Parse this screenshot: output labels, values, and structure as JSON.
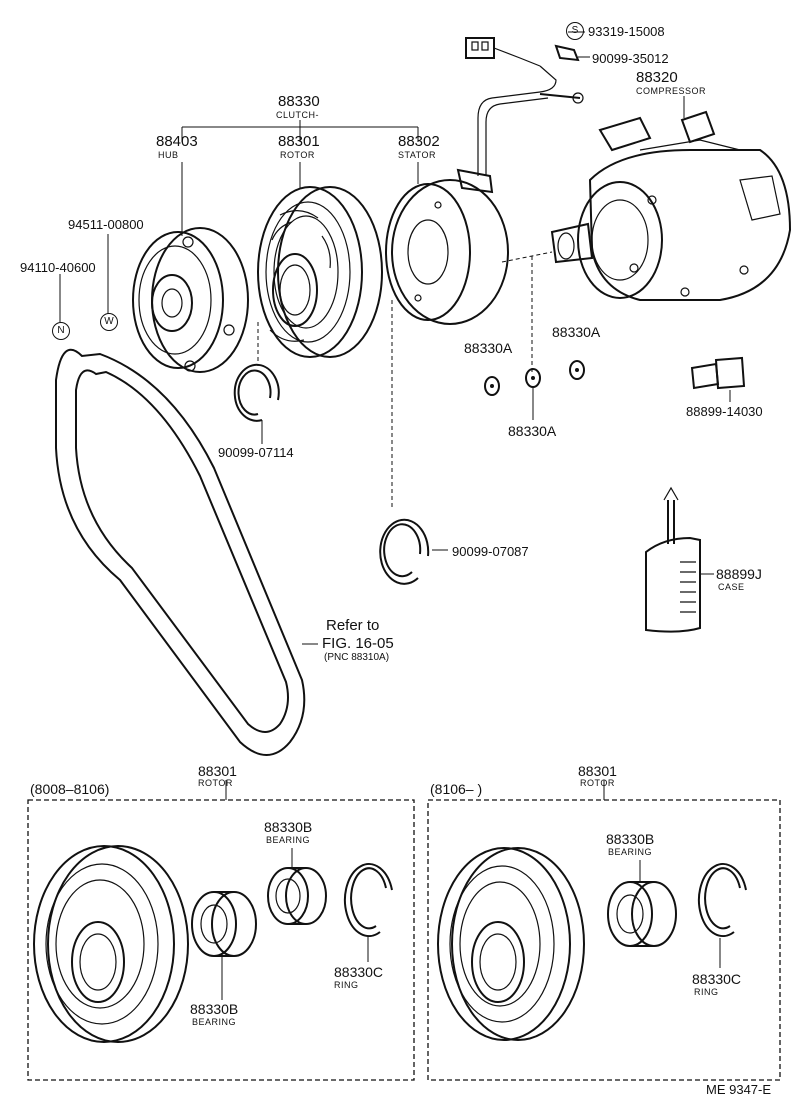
{
  "top": {
    "clutch": {
      "pn": "88330",
      "name": "CLUTCH-"
    },
    "hub": {
      "pn": "88403",
      "name": "HUB"
    },
    "rotor": {
      "pn": "88301",
      "name": "ROTOR"
    },
    "stator": {
      "pn": "88302",
      "name": "STATOR"
    },
    "compressor": {
      "pn": "88320",
      "name": "COMPRESSOR"
    },
    "bolt_s": {
      "pn": "93319-15008",
      "symbol": "S"
    },
    "clip": {
      "pn": "90099-35012"
    },
    "washer_w": {
      "pn": "94511-00800",
      "symbol": "W"
    },
    "nut_n": {
      "pn": "94110-40600",
      "symbol": "N"
    },
    "shims": [
      "88330A",
      "88330A",
      "88330A"
    ],
    "fitting": {
      "pn": "88899-14030"
    },
    "snap_ring_1": {
      "pn": "90099-07114"
    },
    "snap_ring_2": {
      "pn": "90099-07087"
    },
    "case": {
      "pn": "88899J",
      "name": "CASE"
    },
    "belt_ref": {
      "line1": "Refer to",
      "line2": "FIG. 16-05",
      "line3": "(PNC 88310A)"
    }
  },
  "left_box": {
    "period": "(8008–8106)",
    "rotor": {
      "pn": "88301",
      "name": "ROTOR"
    },
    "bearing_top": {
      "pn": "88330B",
      "name": "BEARING"
    },
    "bearing_bottom": {
      "pn": "88330B",
      "name": "BEARING"
    },
    "ring": {
      "pn": "88330C",
      "name": "RING"
    }
  },
  "right_box": {
    "period": "(8106–          )",
    "rotor": {
      "pn": "88301",
      "name": "ROTOR"
    },
    "bearing": {
      "pn": "88330B",
      "name": "BEARING"
    },
    "ring": {
      "pn": "88330C",
      "name": "RING"
    }
  },
  "footer": {
    "code": "ME  9347-E"
  }
}
